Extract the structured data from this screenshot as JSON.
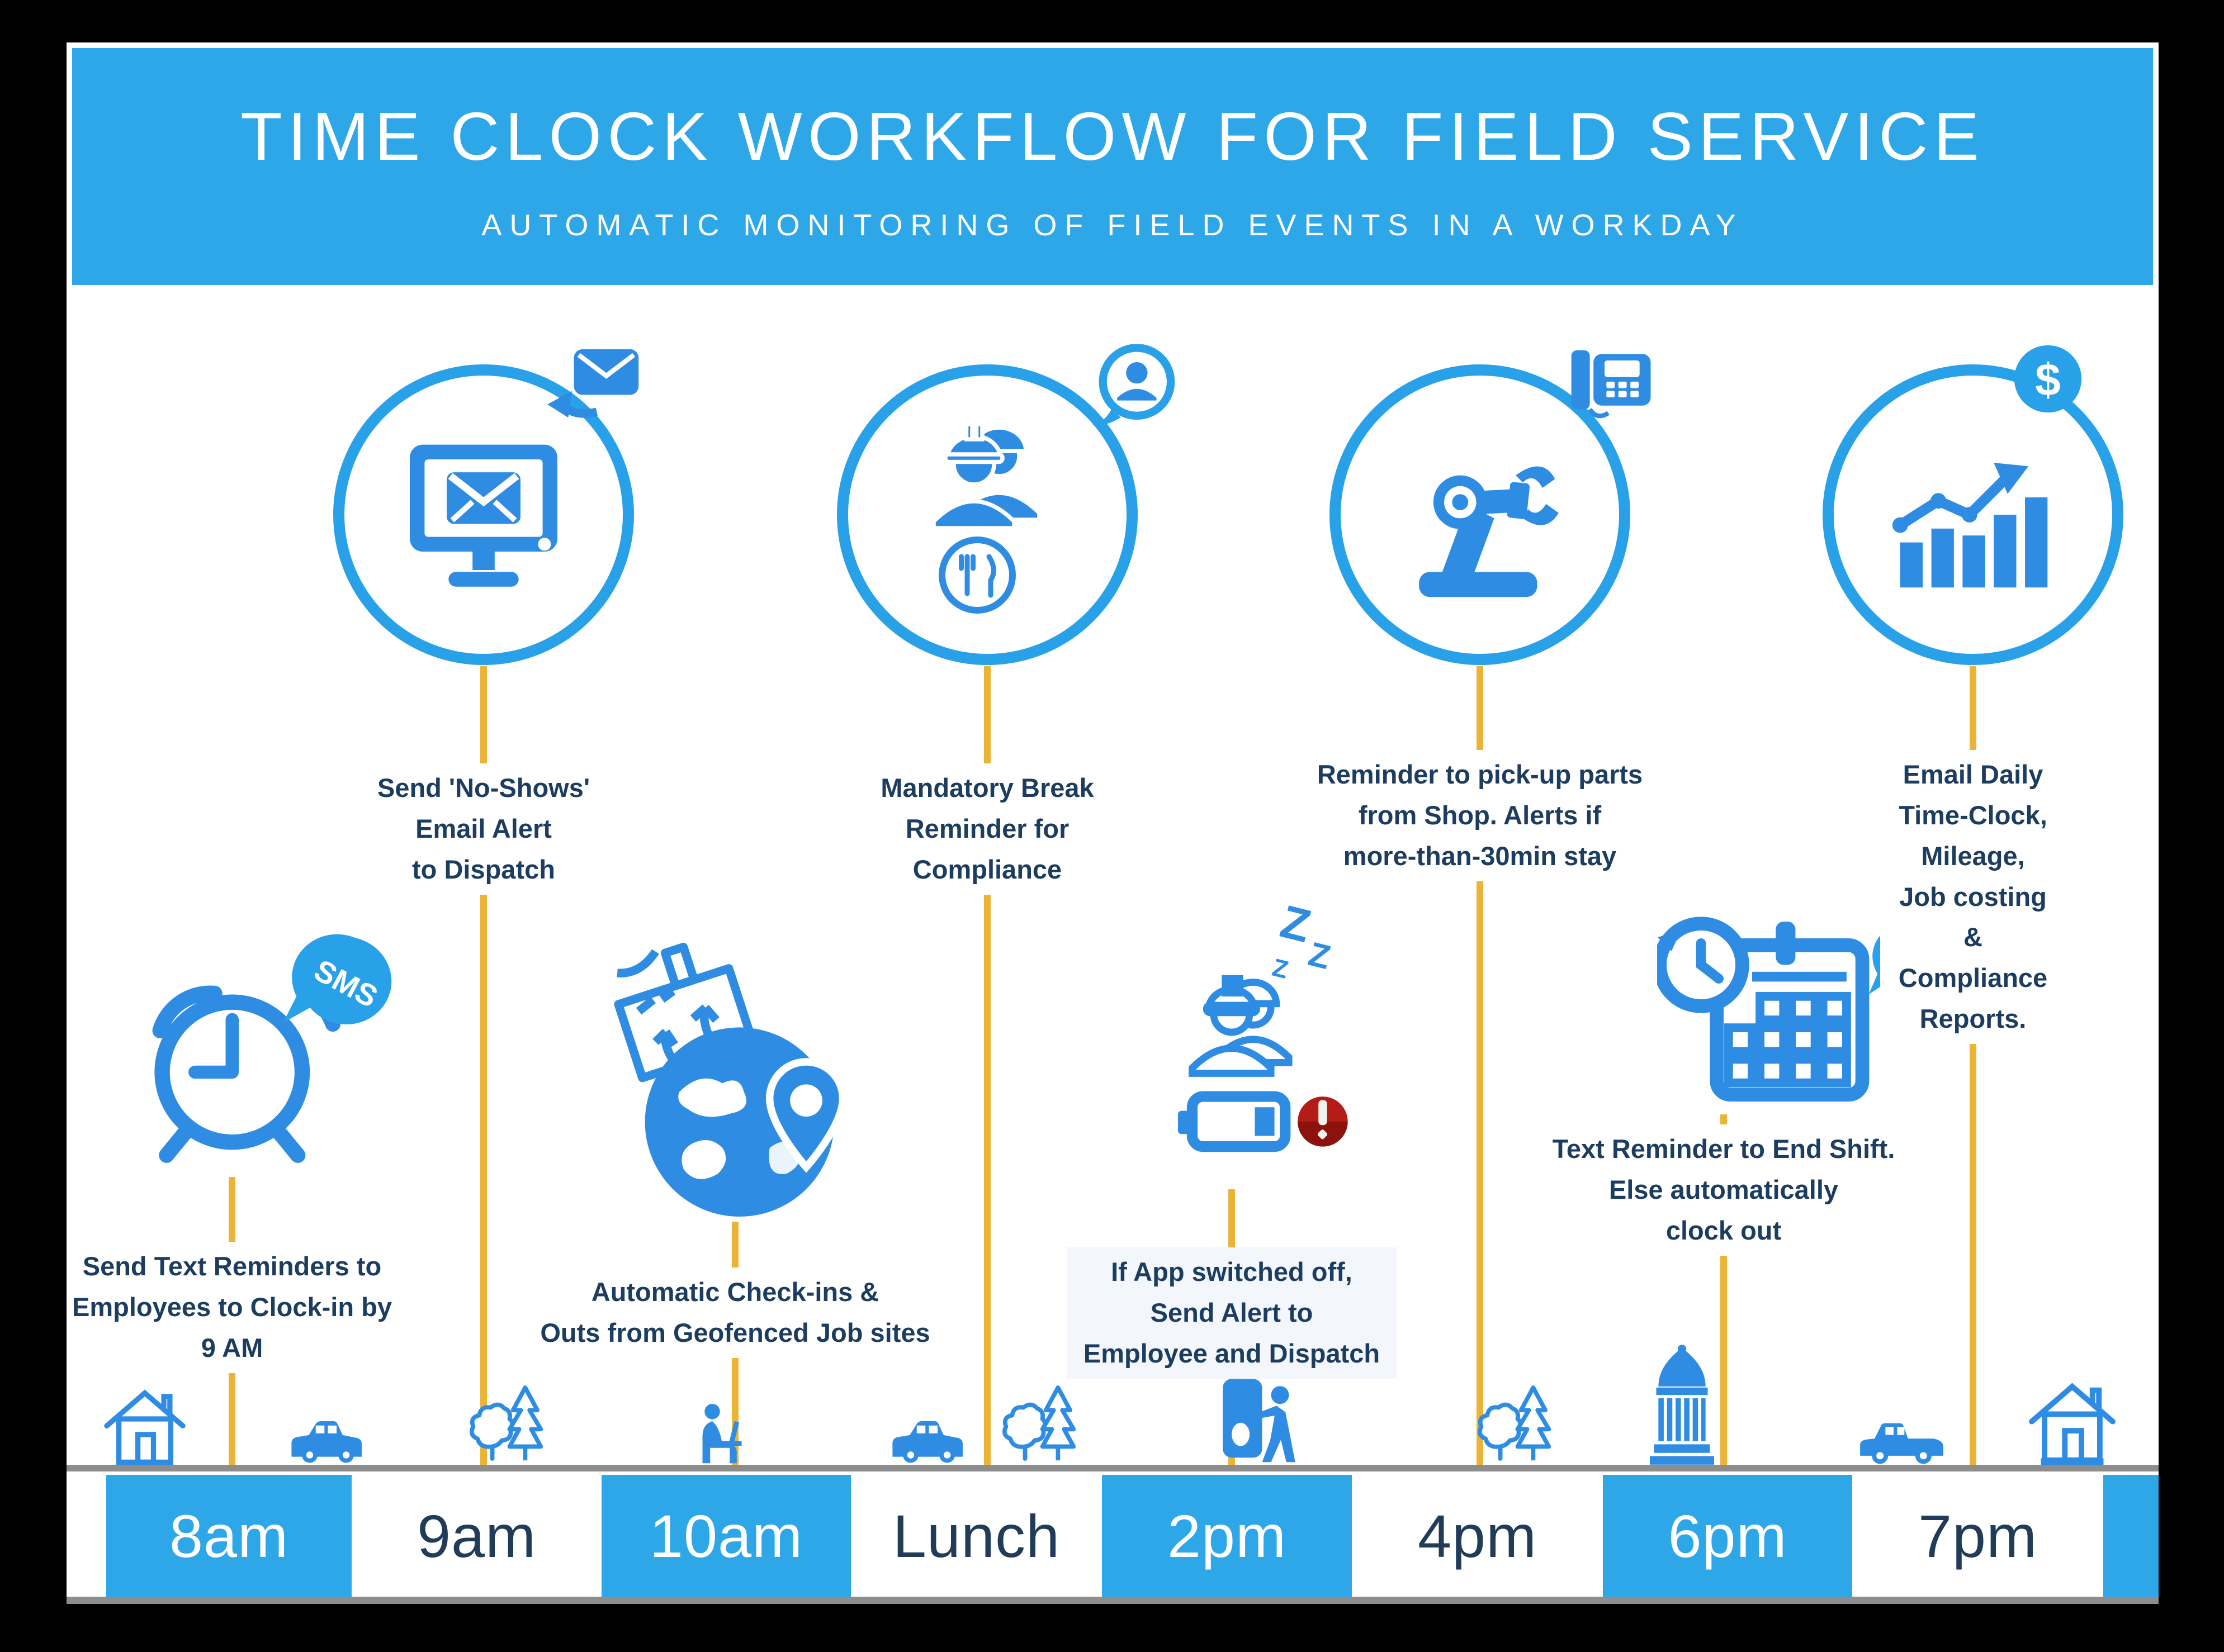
{
  "header": {
    "title": "TIME CLOCK WORKFLOW FOR FIELD SERVICE",
    "subtitle": "AUTOMATIC MONITORING OF FIELD EVENTS IN A WORKDAY"
  },
  "top_events": [
    {
      "icon": "computer-email",
      "badge": "email-reply-badge",
      "text": "Send 'No-Shows'\nEmail Alert\nto Dispatch"
    },
    {
      "icon": "workers-meal-break",
      "badge": "person-speech-badge",
      "text": "Mandatory Break\nReminder for\nCompliance"
    },
    {
      "icon": "robotic-arm",
      "badge": "desk-phone-badge",
      "text": "Reminder to pick-up parts\nfrom Shop.  Alerts if\nmore-than-30min stay"
    },
    {
      "icon": "growth-chart",
      "badge": "dollar-badge",
      "text": "Email Daily Time-Clock,\nMileage, Job costing &\nCompliance Reports."
    }
  ],
  "mid_events": [
    {
      "icon": "alarm-clock-sms",
      "text": "Send Text Reminders to\nEmployees to Clock-in by\n9 AM"
    },
    {
      "icon": "globe-geofence",
      "text": "Automatic Check-ins &\nOuts from Geofenced Job sites"
    },
    {
      "icon": "sleeping-worker-low-battery-alert",
      "text": "If App switched off,\nSend Alert to\nEmployee and Dispatch"
    },
    {
      "icon": "clock-calendar-sms",
      "text": "Text Reminder to End Shift.\nElse automatically\nclock out"
    }
  ],
  "timeline": {
    "slots": [
      {
        "label": "8am",
        "highlight": true
      },
      {
        "label": "9am",
        "highlight": false
      },
      {
        "label": "10am",
        "highlight": true
      },
      {
        "label": "Lunch",
        "highlight": false
      },
      {
        "label": "2pm",
        "highlight": true
      },
      {
        "label": "4pm",
        "highlight": false
      },
      {
        "label": "6pm",
        "highlight": true
      },
      {
        "label": "7pm",
        "highlight": false
      }
    ]
  },
  "glyphs": {
    "sms": "SMS",
    "dollar": "$",
    "z": "Z"
  },
  "colors": {
    "header_blue": "#2ea7e9",
    "icon_blue": "#2e8ce2",
    "navy_text": "#1c3d60",
    "gold_line": "#ecb437",
    "ground_gray": "#8d8d8d",
    "alert_red": "#b41d15"
  }
}
